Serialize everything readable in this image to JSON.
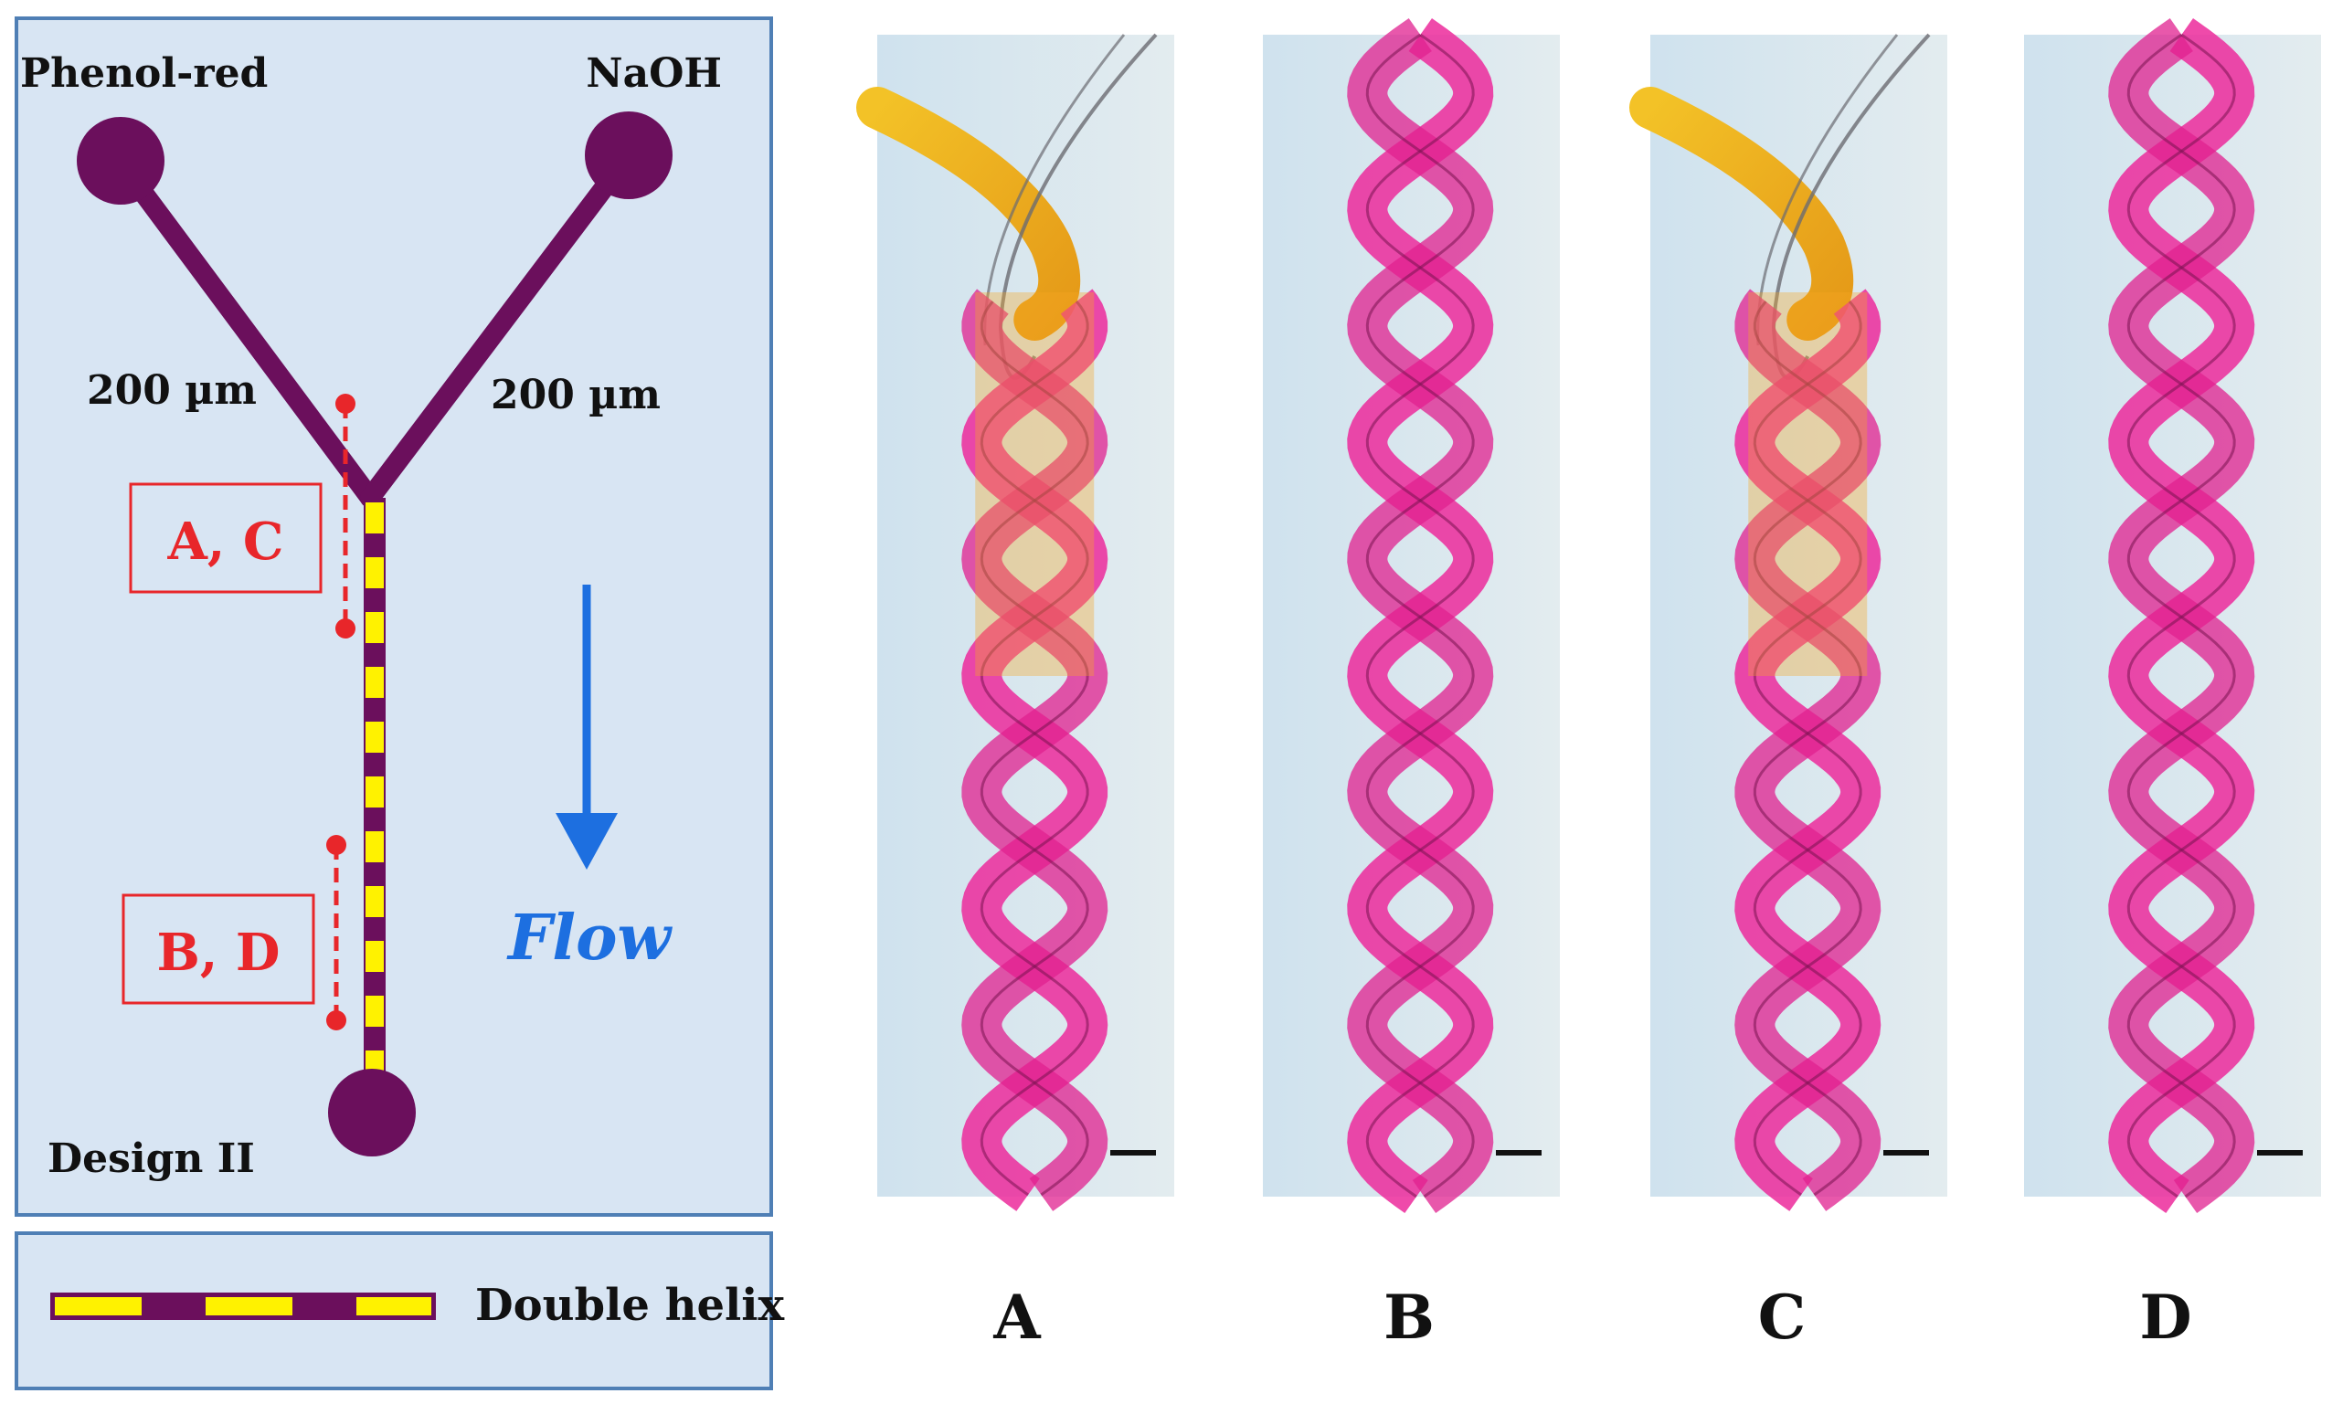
{
  "schematic": {
    "inlet_left_label": "Phenol-red",
    "inlet_right_label": "NaOH",
    "width_left_label": "200 µm",
    "width_right_label": "200 µm",
    "region_1_label": "A, C",
    "region_2_label": "B, D",
    "flow_label": "Flow",
    "design_label": "Design II"
  },
  "legend": {
    "item_label": "Double helix"
  },
  "panels": [
    {
      "label": "A",
      "inlet_bend_visible": true
    },
    {
      "label": "B",
      "inlet_bend_visible": false
    },
    {
      "label": "C",
      "inlet_bend_visible": true
    },
    {
      "label": "D",
      "inlet_bend_visible": false
    }
  ],
  "colors": {
    "channel": "#6b0f5c",
    "helix_yellow": "#fff200",
    "panel_bg": "#d8e5f3",
    "panel_border": "#4f7fb5",
    "marker_red": "#e8262a",
    "flow_blue": "#1d6fe0",
    "dye_magenta": "#ec2a9b",
    "dye_yellow": "#f0b21c"
  }
}
